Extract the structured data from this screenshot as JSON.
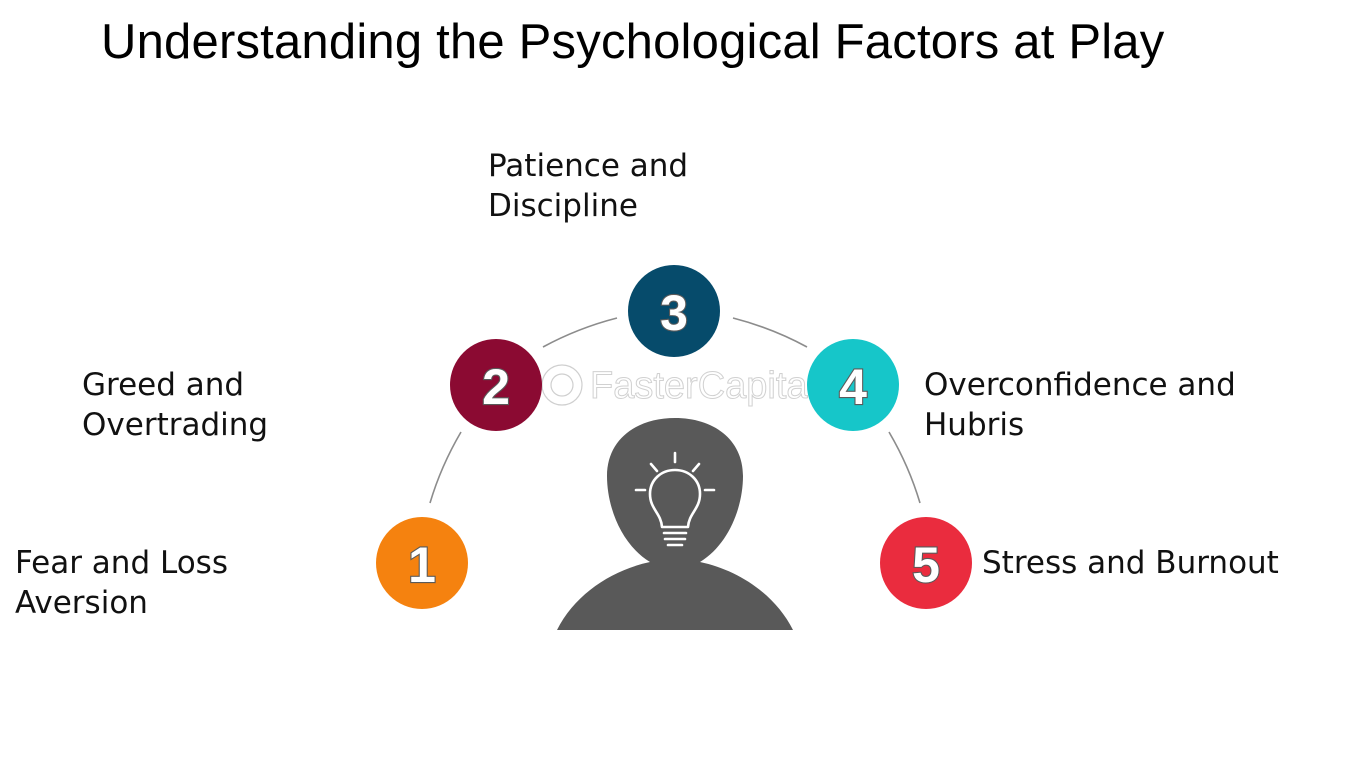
{
  "title": "Understanding the Psychological Factors at Play",
  "watermark": "FasterCapital",
  "steps": [
    {
      "number": "1",
      "lines": [
        "Fear and Loss",
        "Aversion"
      ],
      "color": "#f5820f"
    },
    {
      "number": "2",
      "lines": [
        "Greed and",
        "Overtrading"
      ],
      "color": "#8b0a32"
    },
    {
      "number": "3",
      "lines": [
        "Patience and",
        "Discipline"
      ],
      "color": "#064b6b"
    },
    {
      "number": "4",
      "lines": [
        "Overconfidence and",
        "Hubris"
      ],
      "color": "#16c6c9"
    },
    {
      "number": "5",
      "lines": [
        "Stress and Burnout"
      ],
      "color": "#ea2c3e"
    }
  ],
  "center_icon": "head-with-lightbulb-icon",
  "colors": {
    "head": "#595959",
    "arc": "#8c8c8c"
  }
}
